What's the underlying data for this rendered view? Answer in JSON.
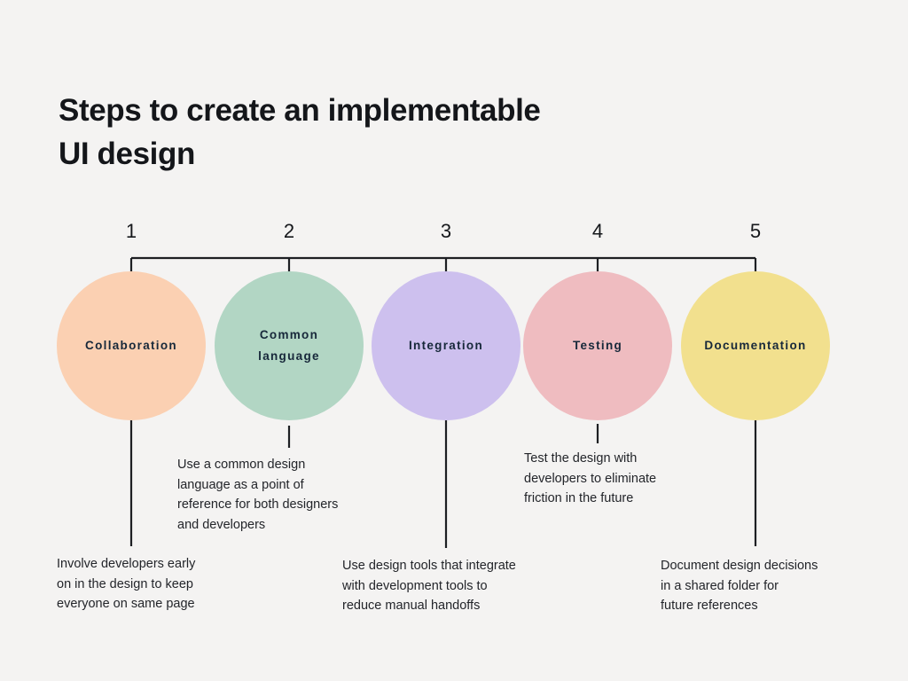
{
  "slide": {
    "background_color": "#f4f3f2",
    "title": "Steps to create an implementable\nUI design"
  },
  "chart_data": {
    "type": "diagram",
    "subtype": "horizontal-timeline-process",
    "title": "Steps to create an implementable UI design",
    "orientation": "horizontal",
    "connector_color": "#1d1f23",
    "label_text_color": "#17283a",
    "description_text_color": "#23252a",
    "steps": [
      {
        "number": "1",
        "label": "Collaboration",
        "color": "#fbd0b2",
        "description": "Involve developers early\non in the design to keep\neveryone on same page",
        "description_row": "lower"
      },
      {
        "number": "2",
        "label": "Common\nlanguage",
        "color": "#b2d6c4",
        "description": "Use a common design\nlanguage as a point of\nreference for both designers\nand developers",
        "description_row": "upper"
      },
      {
        "number": "3",
        "label": "Integration",
        "color": "#cdc0ee",
        "description": "Use design tools that integrate\nwith development tools to\nreduce manual handoffs",
        "description_row": "lower"
      },
      {
        "number": "4",
        "label": "Testing",
        "color": "#efbcc0",
        "description": "Test the design with\ndevelopers to eliminate\nfriction in the future",
        "description_row": "upper"
      },
      {
        "number": "5",
        "label": "Documentation",
        "color": "#f2e08e",
        "description": "Document design decisions\nin a shared folder for\nfuture references",
        "description_row": "lower"
      }
    ]
  }
}
